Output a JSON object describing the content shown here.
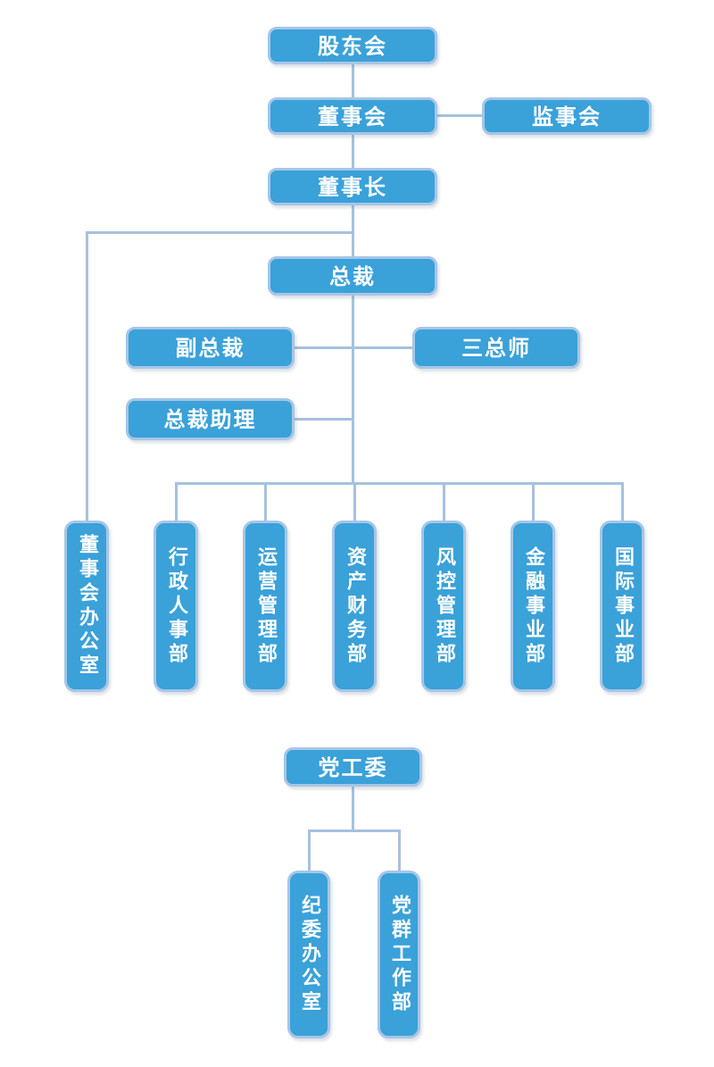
{
  "chart_data": {
    "type": "org-chart",
    "background": "#ffffff",
    "node_fill": "#3aa1d9",
    "node_border": "#a6c6e7",
    "connector_color": "#a6c1de",
    "text_color": "#ffffff",
    "hierarchy": [
      {
        "parent": "股东会",
        "children": [
          "董事会"
        ]
      },
      {
        "parent": "董事会",
        "children": [
          "董事长"
        ],
        "peers": [
          "监事会"
        ]
      },
      {
        "parent": "董事长",
        "children": [
          "总裁",
          "董事会办公室"
        ]
      },
      {
        "parent": "总裁",
        "peers": [
          "副总裁",
          "三总师",
          "总裁助理"
        ],
        "children": [
          "行政人事部",
          "运营管理部",
          "资产财务部",
          "风控管理部",
          "金融事业部",
          "国际事业部"
        ]
      },
      {
        "parent": "党工委",
        "children": [
          "纪委办公室",
          "党群工作部"
        ]
      }
    ]
  },
  "nodes": {
    "shareholders": "股东会",
    "board": "董事会",
    "supervisory": "监事会",
    "chairman": "董事长",
    "president": "总裁",
    "vice_president": "副总裁",
    "three_chiefs": "三总师",
    "president_assistant": "总裁助理",
    "board_office": "董事会办公室",
    "admin_hr": "行政人事部",
    "operations": "运营管理部",
    "asset_finance": "资产财务部",
    "risk_control": "风控管理部",
    "financial_bu": "金融事业部",
    "international_bu": "国际事业部",
    "party_committee": "党工委",
    "discipline_office": "纪委办公室",
    "party_mass_dept": "党群工作部"
  }
}
